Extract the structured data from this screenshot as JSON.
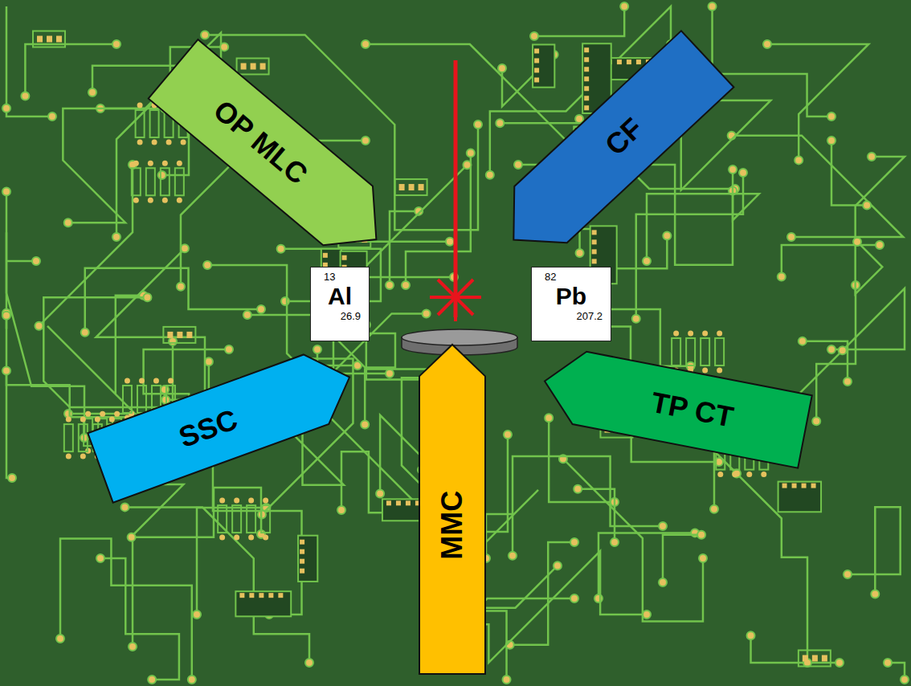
{
  "diagram": {
    "nodes": [
      {
        "text": [
          "OP MLC"
        ]
      },
      {
        "text": [
          "CF"
        ]
      },
      {
        "text": [
          "13",
          "Al",
          "26.9"
        ]
      },
      {
        "text": [
          "82",
          "Pb",
          "207.2"
        ]
      },
      {
        "text": [
          "SSC"
        ]
      },
      {
        "text": [
          "TP CT"
        ]
      },
      {
        "text": [
          "MMC"
        ]
      }
    ]
  }
}
